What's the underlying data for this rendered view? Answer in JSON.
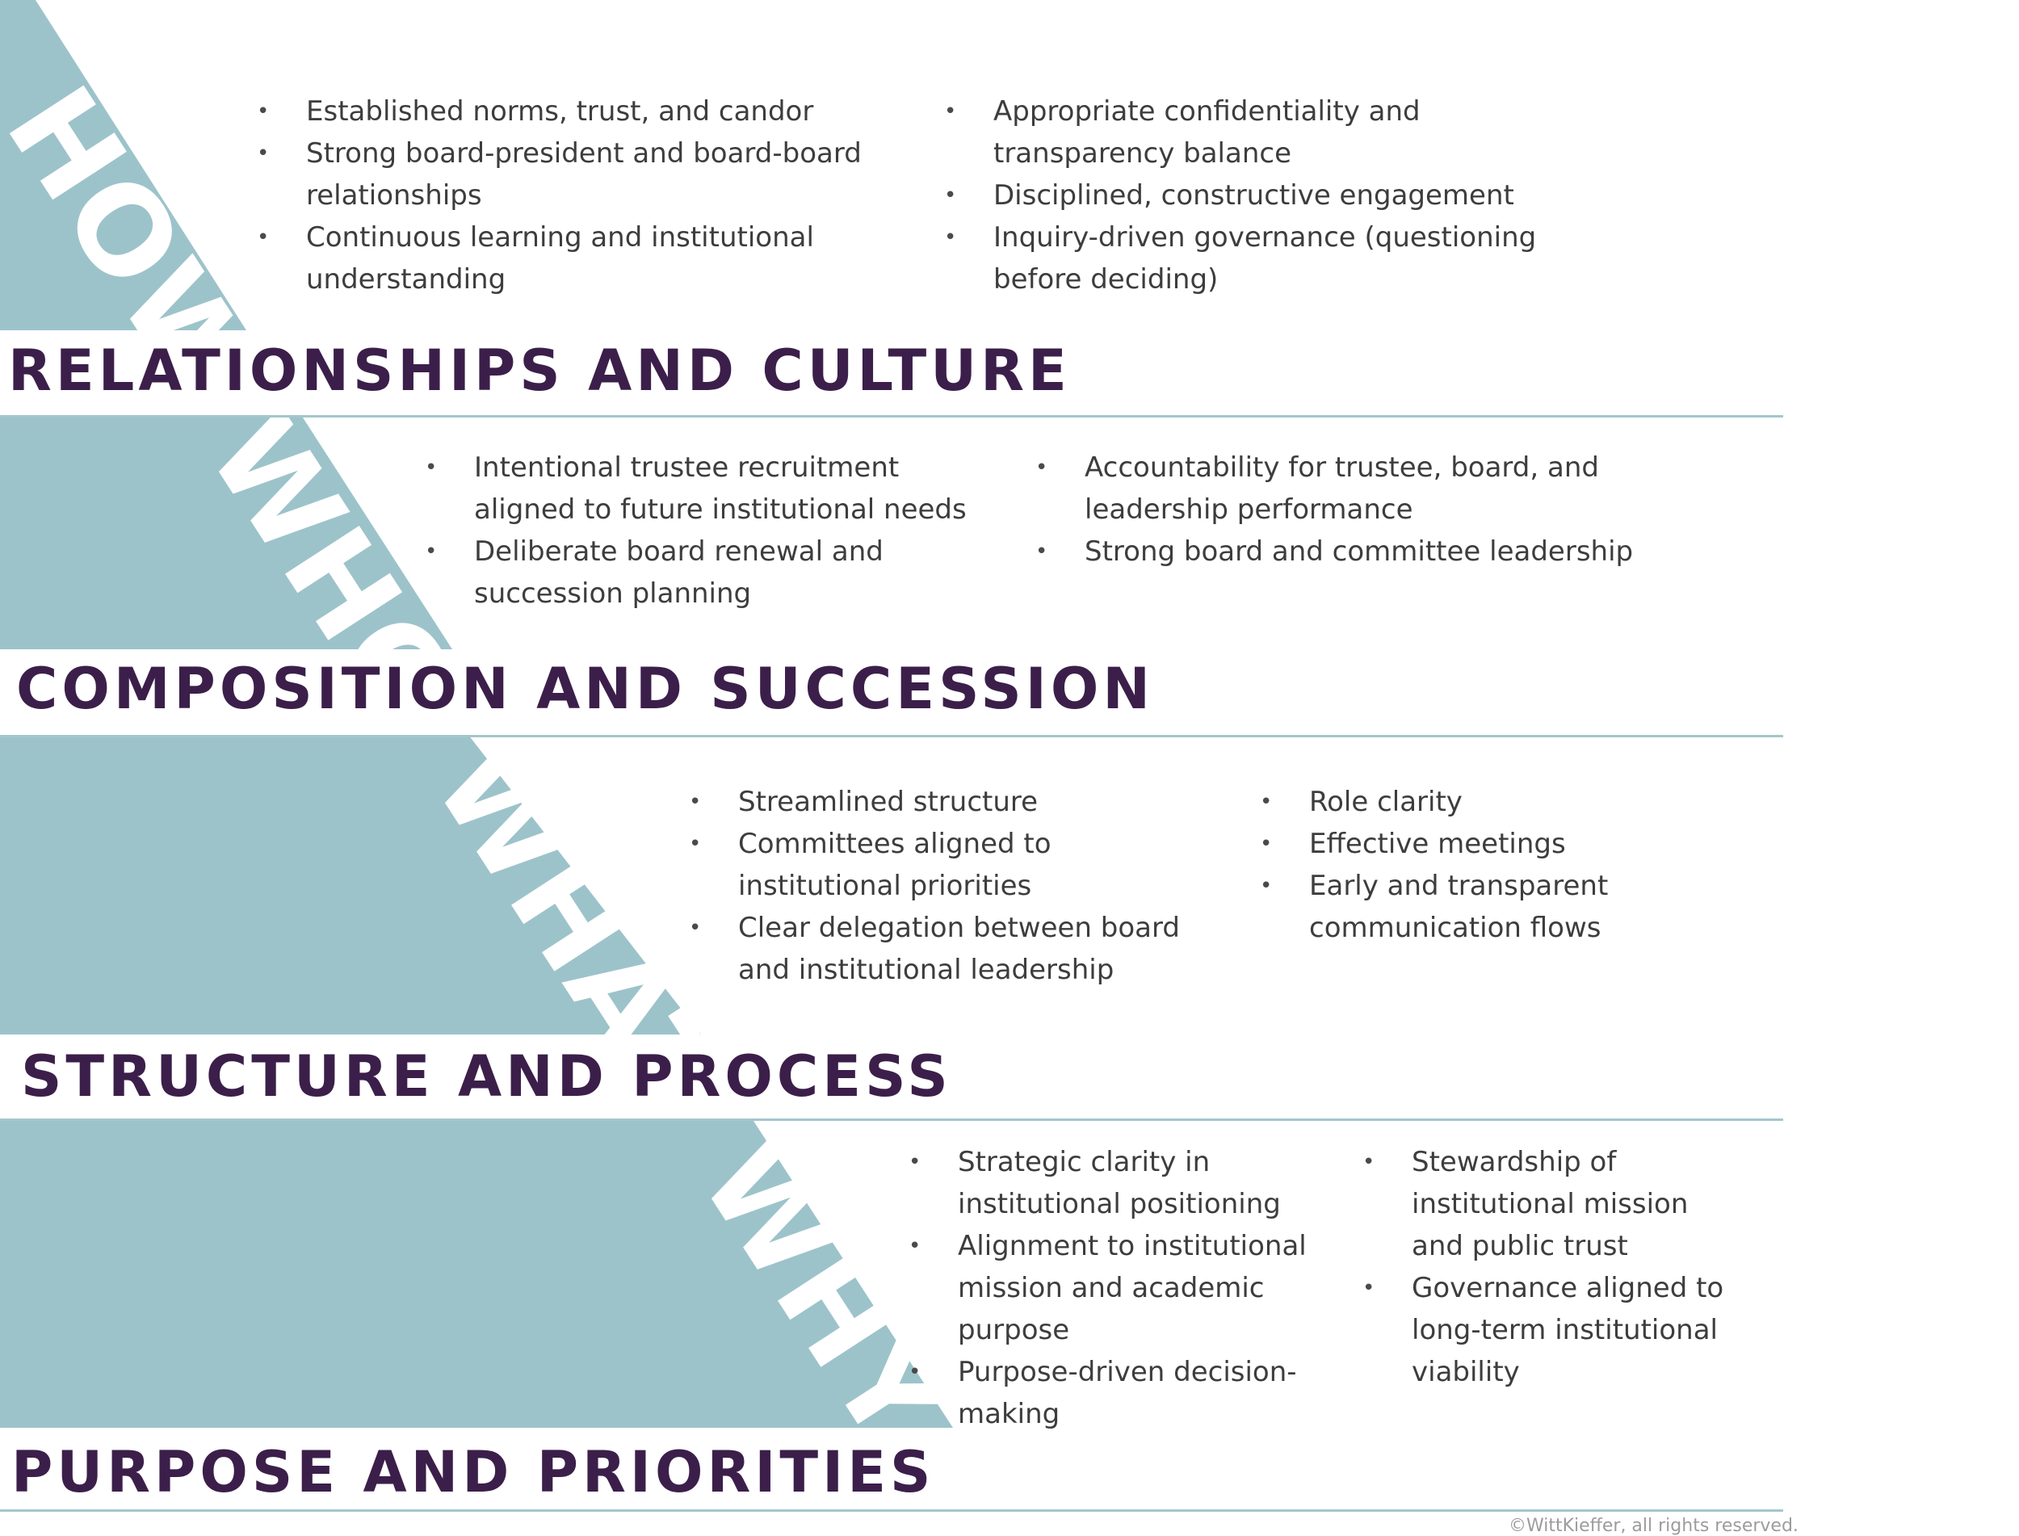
{
  "colors": {
    "band": "#9dc3ca",
    "title": "#3b1f4a",
    "rule": "#a4c7cc",
    "text": "#3d3d3d"
  },
  "diagonal_words": [
    "HOW",
    "WHO",
    "WHAT",
    "WHY"
  ],
  "bands": [
    {
      "title": "RELATIONSHIPS AND CULTURE",
      "col1": [
        "Established norms, trust, and candor",
        "Strong board-president and board-board relationships",
        "Continuous learning and institutional understanding"
      ],
      "col2": [
        "Appropriate confidentiality and transparency balance",
        "Disciplined, constructive engagement",
        "Inquiry-driven governance (questioning before deciding)"
      ]
    },
    {
      "title": "COMPOSITION AND SUCCESSION",
      "col1": [
        "Intentional trustee recruitment aligned to future institutional needs",
        "Deliberate board renewal and succession planning"
      ],
      "col2": [
        "Accountability for trustee, board, and leadership performance",
        "Strong board and committee leadership"
      ]
    },
    {
      "title": "STRUCTURE AND PROCESS",
      "col1": [
        "Streamlined structure",
        "Committees aligned to institutional priorities",
        "Clear delegation between board and institutional leadership"
      ],
      "col2": [
        "Role clarity",
        "Effective meetings",
        "Early and transparent communication flows"
      ]
    },
    {
      "title": "PURPOSE AND PRIORITIES",
      "col1": [
        "Strategic clarity in institutional positioning",
        "Alignment to institutional mission and academic purpose",
        "Purpose-driven decision-making"
      ],
      "col2": [
        "Stewardship of institutional mission\nand public trust",
        "Governance aligned to long-term institutional viability"
      ]
    }
  ],
  "copyright": "©WittKieffer, all rights reserved."
}
